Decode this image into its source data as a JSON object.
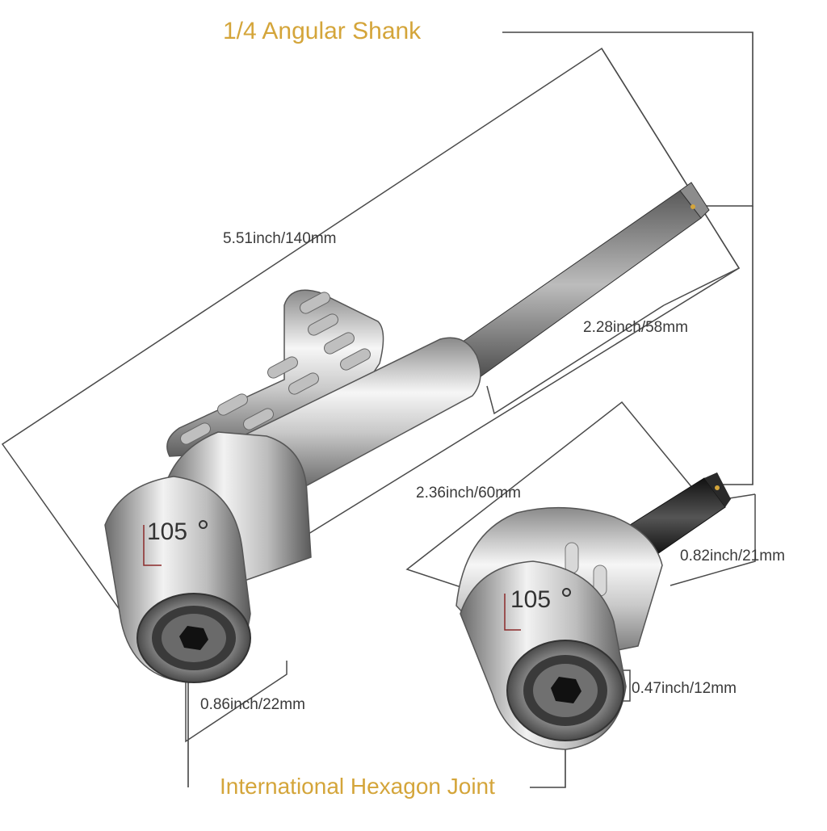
{
  "callouts": {
    "shank": "1/4 Angular Shank",
    "joint": "International Hexagon Joint"
  },
  "dimensions": {
    "total_length": "5.51inch/140mm",
    "shaft_length": "2.28inch/58mm",
    "small_length": "2.36inch/60mm",
    "small_height": "0.82inch/21mm",
    "large_diameter": "0.86inch/22mm",
    "small_diameter": "0.47inch/12mm"
  },
  "angles": {
    "large": "105",
    "small": "105"
  },
  "colors": {
    "callout": "#d4a53a",
    "dimension_line": "#4a4a4a",
    "chrome_dark": "#6e6e6e",
    "chrome_light": "#f4f4f4",
    "shank_black": "#1e1e1e"
  }
}
